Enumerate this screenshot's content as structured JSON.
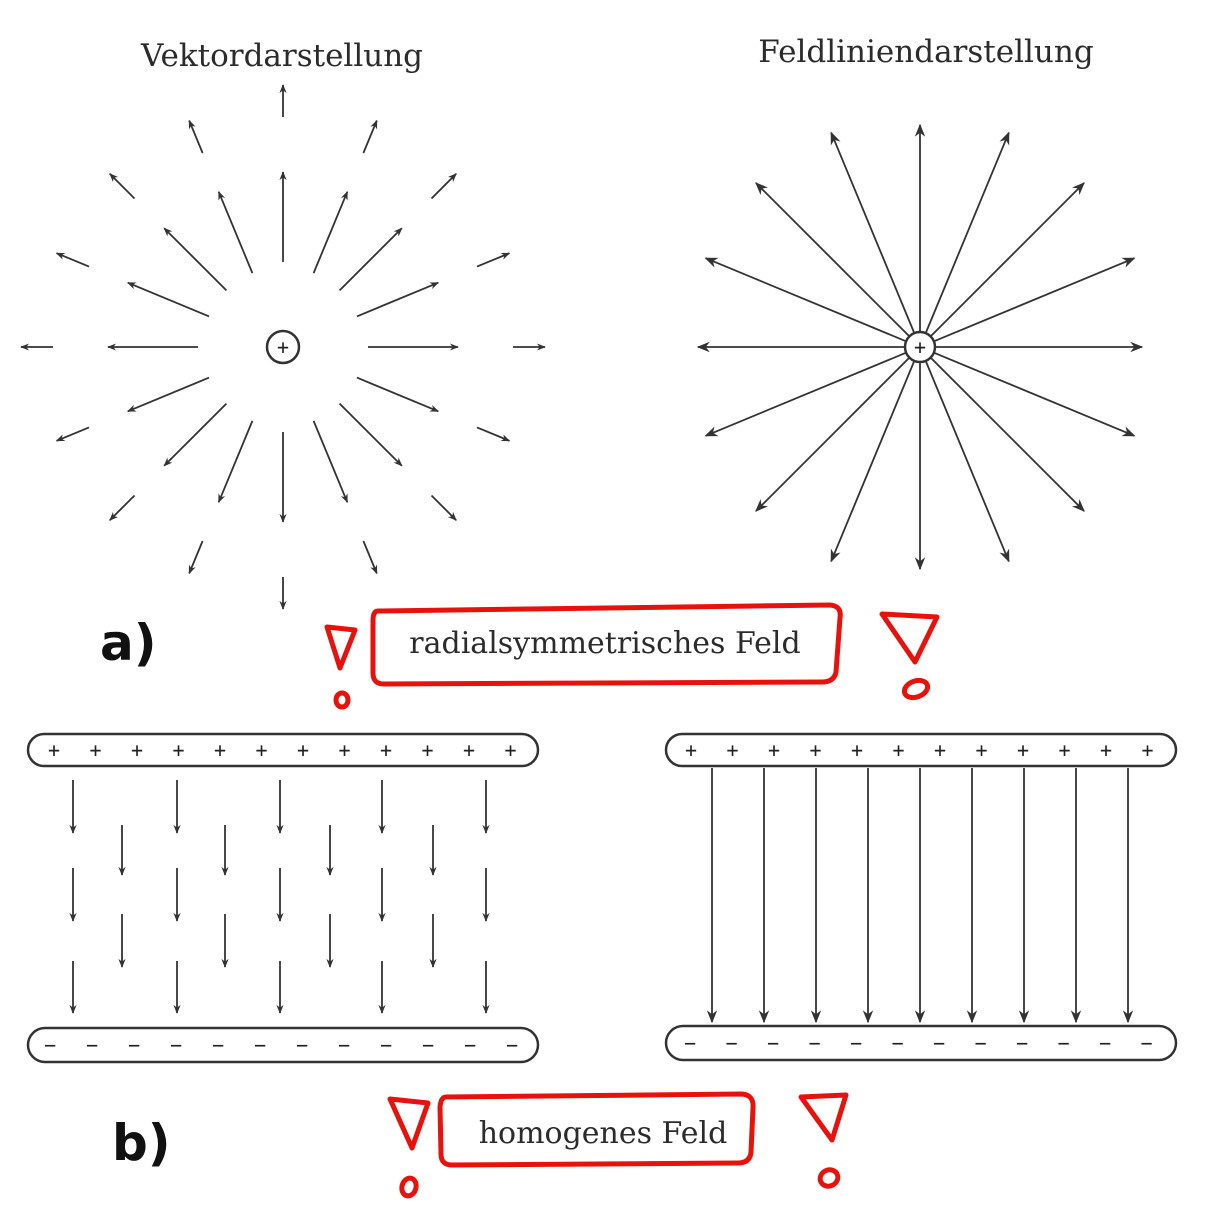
{
  "colors": {
    "ink": "#333333",
    "marker": "#e8120c",
    "background": "#ffffff"
  },
  "panel_a": {
    "label": "a)",
    "left_title": "Vektordarstellung",
    "right_title": "Feldliniendarstellung",
    "charge_symbol": "+",
    "caption": "radialsymmetrisches Feld",
    "vector_directions": 16,
    "field_line_count": 16
  },
  "panel_b": {
    "label": "b)",
    "caption": "homogenes Feld",
    "positive_symbol": "+",
    "negative_symbol": "−",
    "plate_sign_count": 12,
    "field_line_count": 9
  },
  "annotations": {
    "exclamation_marks": 4
  }
}
